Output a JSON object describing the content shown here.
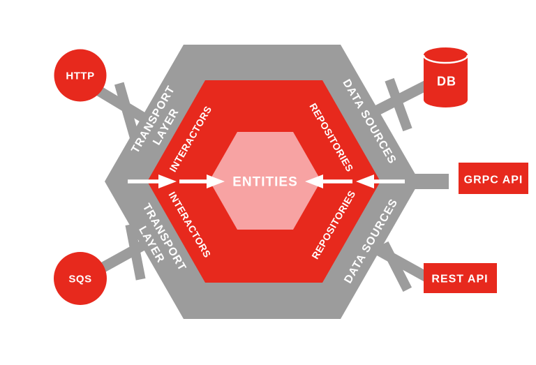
{
  "title": "Hexagonal architecture diagram",
  "colors": {
    "red": "#e7291d",
    "pink": "#f7a3a3",
    "gray": "#9c9c9c",
    "label": "#ffffff"
  },
  "core": {
    "entities": "ENTITIES"
  },
  "rings": {
    "transport_line1": "TRANSPORT",
    "transport_line2": "LAYER",
    "data_sources": "DATA SOURCES",
    "interactors": "INTERACTORS",
    "repositories": "REPOSITORIES"
  },
  "adapters": {
    "http": "HTTP",
    "sqs": "SQS",
    "db": "DB",
    "grpc": "GRPC API",
    "rest": "REST API"
  }
}
